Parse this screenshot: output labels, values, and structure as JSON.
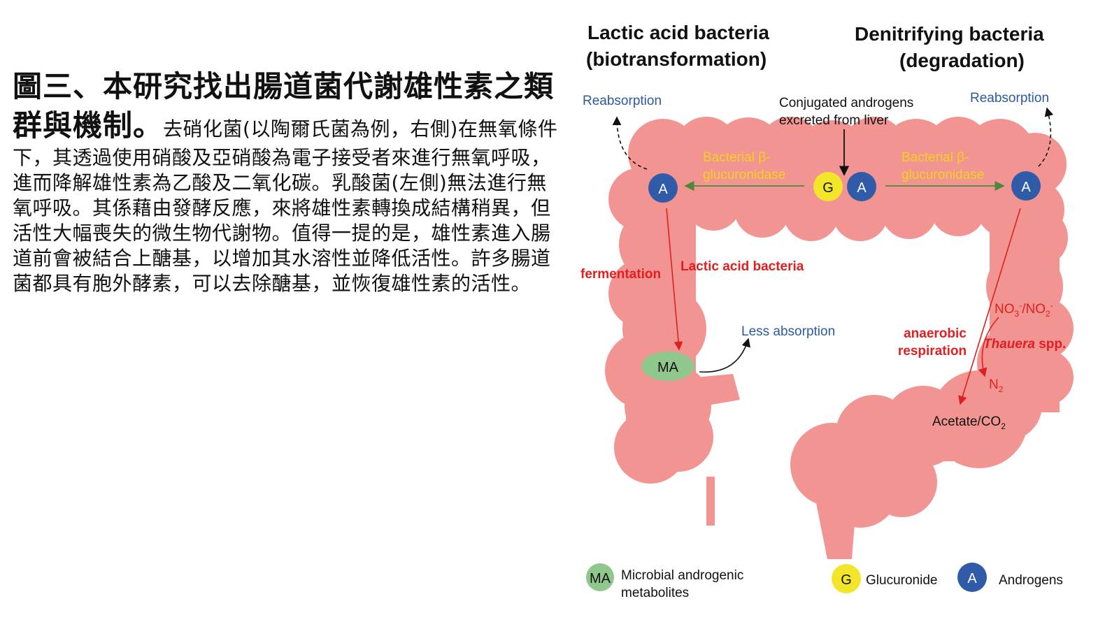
{
  "caption": {
    "title": "圖三、本研究找出腸道菌代謝雄性素之類群與機制。",
    "body": "去硝化菌(以陶爾氏菌為例，右側)在無氧條件下，其透過使用硝酸及亞硝酸為電子接受者來進行無氧呼吸，進而降解雄性素為乙酸及二氧化碳。乳酸菌(左側)無法進行無氧呼吸。其係藉由發酵反應，來將雄性素轉換成結構稍異，但活性大幅喪失的微生物代謝物。值得一提的是，雄性素進入腸道前會被結合上醣基，以增加其水溶性並降低活性。許多腸道菌都具有胞外酵素，可以去除醣基，並恢復雄性素的活性。"
  },
  "diagram": {
    "left_header_line1": "Lactic acid bacteria",
    "left_header_line2": "(biotransformation)",
    "right_header_line1": "Denitrifying bacteria",
    "right_header_line2": "(degradation)",
    "reabsorption_left": "Reabsorption",
    "reabsorption_right": "Reabsorption",
    "conjugated_line1": "Conjugated androgens",
    "conjugated_line2": "excreted from liver",
    "enzyme_left_line1": "Bacterial β-",
    "enzyme_left_line2": "glucuronidase",
    "enzyme_right_line1": "Bacterial β-",
    "enzyme_right_line2": "glucuronidase",
    "fermentation": "fermentation",
    "lactic_acid_bacteria": "Lactic acid bacteria",
    "less_absorption": "Less absorption",
    "anaerobic_line1": "anaerobic",
    "anaerobic_line2": "respiration",
    "nitrate": "NO",
    "nitrate_sub": "3",
    "nitrate_sup": "-",
    "nitrite_sep": "/NO",
    "nitrite_sub": "2",
    "nitrite_sup": "-",
    "thauera": "Thauera",
    "spp": " spp.",
    "n2": "N",
    "n2_sub": "2",
    "acetate": "Acetate/CO",
    "acetate_sub": "2",
    "node_a": "A",
    "node_g": "G",
    "node_ma": "MA",
    "legend": {
      "ma_symbol": "MA",
      "ma_line1": "Microbial androgenic",
      "ma_line2": "metabolites",
      "g_symbol": "G",
      "g_label": "Glucuronide",
      "a_symbol": "A",
      "a_label": "Androgens"
    },
    "colors": {
      "colon": "#f29592",
      "androgen": "#2f5ba8",
      "glucuronide": "#f3e62a",
      "metabolite": "#8fc78c",
      "enzyme_text": "#f3d11c",
      "process_red": "#e02020",
      "blue_label": "#2b5aa0",
      "enzyme_arrow": "#4a8a3a"
    }
  }
}
